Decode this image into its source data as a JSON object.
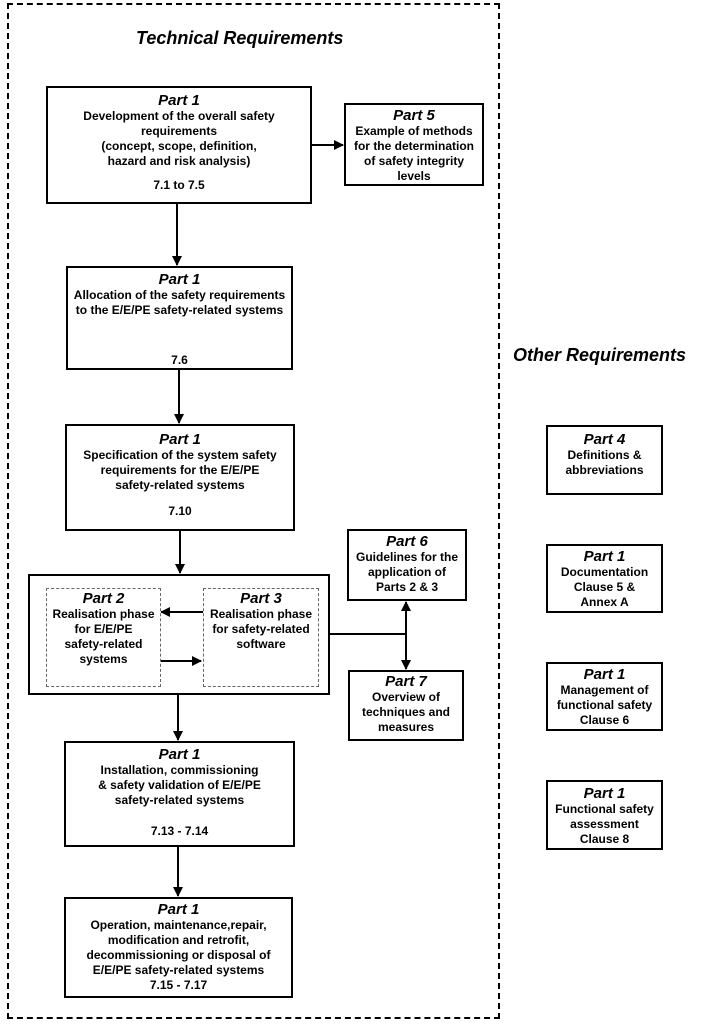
{
  "sections": {
    "technical": "Technical Requirements",
    "other": "Other Requirements"
  },
  "boxes": {
    "dev": {
      "part": "Part 1",
      "lines": [
        "Development of the overall safety",
        "requirements",
        "(concept, scope, definition,",
        "hazard and risk analysis)"
      ],
      "ref": "7.1 to 7.5"
    },
    "part5": {
      "part": "Part 5",
      "lines": [
        "Example of methods",
        "for the determination",
        "of safety integrity",
        "levels"
      ]
    },
    "alloc": {
      "part": "Part 1",
      "lines": [
        "Allocation of the safety requirements",
        "to the E/E/PE safety-related systems"
      ],
      "ref": "7.6"
    },
    "spec": {
      "part": "Part 1",
      "lines": [
        "Specification of the system safety",
        "requirements for the E/E/PE",
        "safety-related systems"
      ],
      "ref": "7.10"
    },
    "part2": {
      "part": "Part 2",
      "lines": [
        "Realisation phase",
        "for E/E/PE",
        "safety-related",
        "systems"
      ]
    },
    "part3": {
      "part": "Part 3",
      "lines": [
        "Realisation phase",
        "for safety-related",
        "software"
      ]
    },
    "part6": {
      "part": "Part 6",
      "lines": [
        "Guidelines for the",
        "application of",
        "Parts 2 & 3"
      ]
    },
    "part7": {
      "part": "Part 7",
      "lines": [
        "Overview of",
        "techniques and",
        "measures"
      ]
    },
    "install": {
      "part": "Part 1",
      "lines": [
        "Installation, commissioning",
        "& safety validation of E/E/PE",
        "safety-related systems"
      ],
      "ref": "7.13 - 7.14"
    },
    "operation": {
      "part": "Part 1",
      "lines": [
        "Operation, maintenance,repair,",
        "modification and retrofit,",
        "decommissioning or disposal of",
        "E/E/PE safety-related systems"
      ],
      "ref": "7.15 - 7.17"
    },
    "part4": {
      "part": "Part 4",
      "lines": [
        "Definitions &",
        "abbreviations"
      ]
    },
    "doc": {
      "part": "Part 1",
      "lines": [
        "Documentation",
        "Clause 5 &",
        "Annex A"
      ]
    },
    "mgmt": {
      "part": "Part 1",
      "lines": [
        "Management of",
        "functional safety",
        "Clause 6"
      ]
    },
    "fsa": {
      "part": "Part 1",
      "lines": [
        "Functional safety",
        "assessment",
        "Clause 8"
      ]
    }
  }
}
